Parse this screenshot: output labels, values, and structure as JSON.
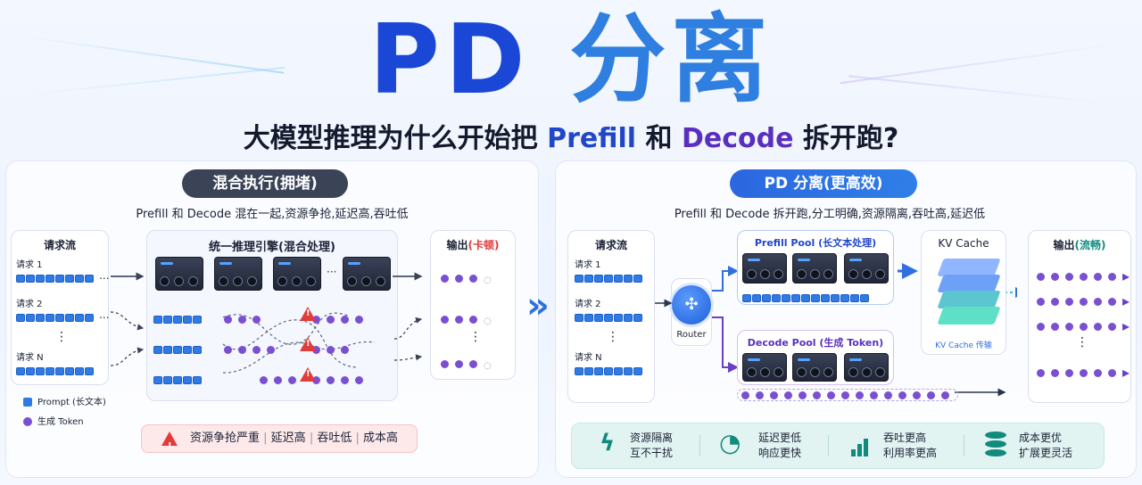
{
  "title": {
    "part1": "PD",
    "part2": "分离"
  },
  "subtitle": {
    "before": "大模型推理为什么开始把 ",
    "prefill": "Prefill",
    "mid": " 和 ",
    "decode": "Decode",
    "after": " 拆开跑?"
  },
  "left": {
    "pill": "混合执行(拥堵)",
    "caption": "Prefill 和 Decode 混在一起,资源争抢,延迟高,吞吐低",
    "requests_title": "请求流",
    "requests": [
      "请求 1",
      "请求 2",
      "请求 N"
    ],
    "engine_title": "统一推理引擎(混合处理)",
    "output_title": "输出",
    "output_status": "(卡顿)",
    "legend": {
      "prompt": "Prompt (长文本)",
      "token": "生成 Token"
    },
    "warning": [
      "资源争抢严重",
      "延迟高",
      "吞吐低",
      "成本高"
    ],
    "ellipsis": "⋮",
    "more": "···"
  },
  "right": {
    "pill": "PD 分离(更高效)",
    "caption": "Prefill 和 Decode 拆开跑,分工明确,资源隔离,吞吐高,延迟低",
    "requests_title": "请求流",
    "requests": [
      "请求 1",
      "请求 2",
      "请求 N"
    ],
    "router": "Router",
    "prefill_pool": "Prefill Pool (长文本处理)",
    "decode_pool": "Decode Pool (生成 Token)",
    "kv_title": "KV Cache",
    "kv_caption": "KV Cache 传输",
    "output_title": "输出",
    "output_status": "(流畅)",
    "benefits": [
      {
        "icon": "lightning-icon",
        "line1": "资源隔离",
        "line2": "互不干扰"
      },
      {
        "icon": "gauge-icon",
        "line1": "延迟更低",
        "line2": "响应更快"
      },
      {
        "icon": "growth-chart-icon",
        "line1": "吞吐更高",
        "line2": "利用率更高"
      },
      {
        "icon": "database-icon",
        "line1": "成本更优",
        "line2": "扩展更灵活"
      }
    ],
    "ellipsis": "⋮",
    "more": "···"
  },
  "colors": {
    "accent": "#1a47d6",
    "prefill": "#2147c9",
    "decode": "#5a2fbf",
    "warn": "#e23b3b",
    "good": "#138a7e"
  }
}
